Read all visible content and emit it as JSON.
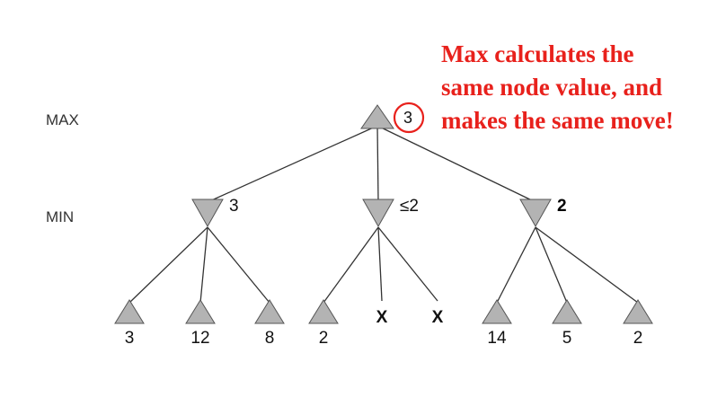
{
  "colors": {
    "node_fill": "#b3b3b3",
    "edge": "#333333",
    "accent": "#e8211c"
  },
  "levels": {
    "max": "MAX",
    "min": "MIN"
  },
  "annotation": {
    "lines": [
      "Max calculates the",
      "same node value, and",
      "makes the same move!"
    ]
  },
  "tree": {
    "root": {
      "value": "3",
      "highlighted": true
    },
    "min_nodes": [
      {
        "value": "3"
      },
      {
        "value": "≤2"
      },
      {
        "value": "2"
      }
    ],
    "leaves": [
      {
        "parent": 0,
        "value": "3",
        "pruned": false
      },
      {
        "parent": 0,
        "value": "12",
        "pruned": false
      },
      {
        "parent": 0,
        "value": "8",
        "pruned": false
      },
      {
        "parent": 1,
        "value": "2",
        "pruned": false
      },
      {
        "parent": 1,
        "value": "X",
        "pruned": true
      },
      {
        "parent": 1,
        "value": "X",
        "pruned": true
      },
      {
        "parent": 2,
        "value": "14",
        "pruned": false
      },
      {
        "parent": 2,
        "value": "5",
        "pruned": false
      },
      {
        "parent": 2,
        "value": "2",
        "pruned": false
      }
    ]
  }
}
